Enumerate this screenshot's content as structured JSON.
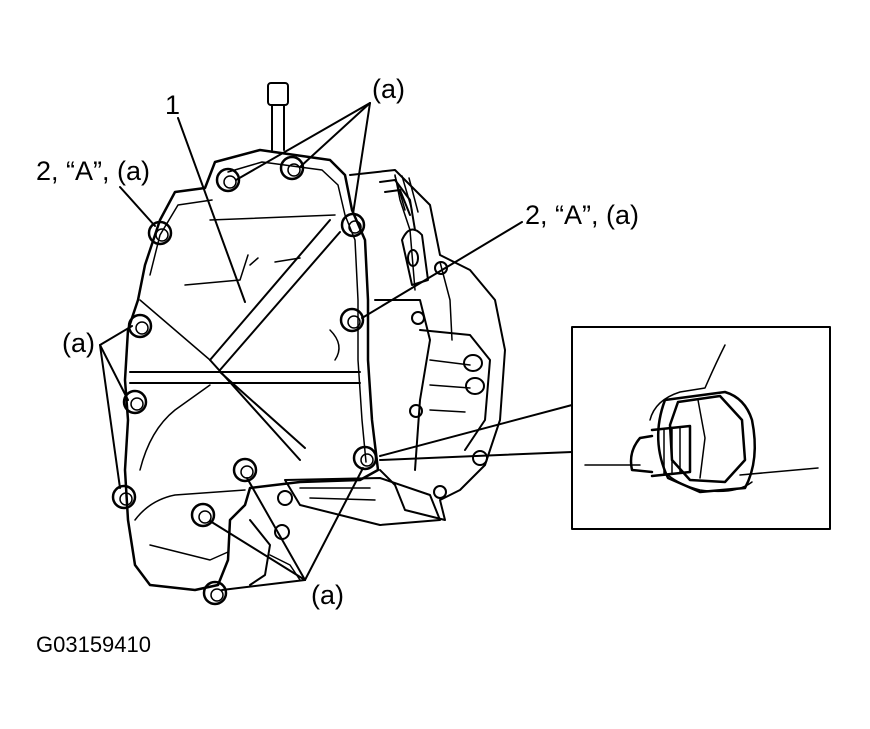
{
  "labels": {
    "a_top": "(a)",
    "part_1": "1",
    "part_2_left": "2, “A”, (a)",
    "part_2_right": "2, “A”, (a)",
    "a_left": "(a)",
    "a_bottom": "(a)"
  },
  "figure_code": "G03159410",
  "colors": {
    "line": "#000000",
    "background": "#ffffff"
  },
  "icons": [
    "bolt-icon",
    "plug-detail-icon"
  ]
}
